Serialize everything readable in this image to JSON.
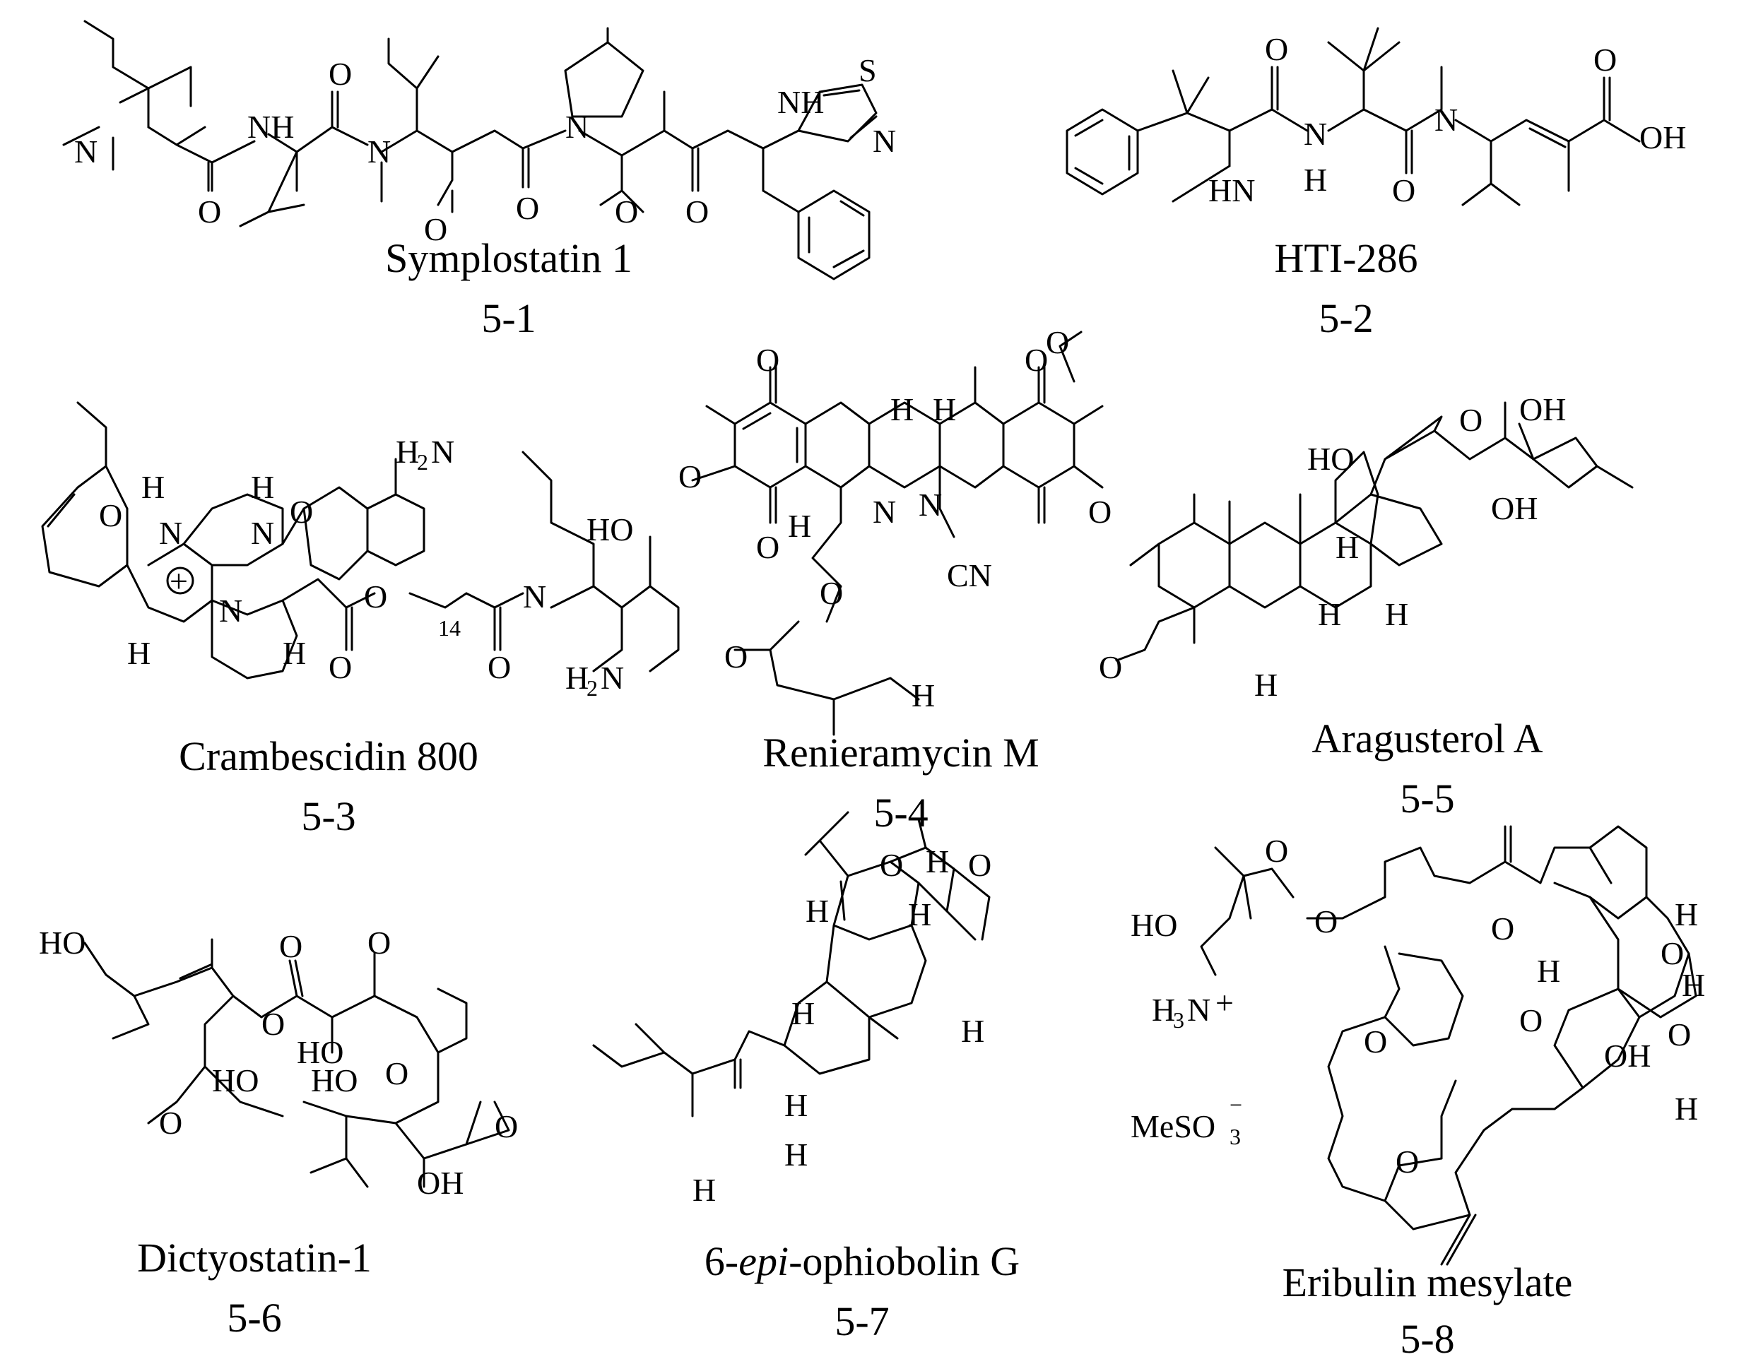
{
  "compounds": [
    {
      "name": "Symplostatin 1",
      "number": "5-1"
    },
    {
      "name": "HTI-286",
      "number": "5-2"
    },
    {
      "name": "Crambescidin 800",
      "number": "5-3"
    },
    {
      "name": "Renieramycin M",
      "number": "5-4"
    },
    {
      "name": "Aragusterol A",
      "number": "5-5"
    },
    {
      "name": "Dictyostatin-1",
      "number": "5-6"
    },
    {
      "name_prefix": "6-",
      "name_italic": "epi",
      "name_suffix": "-ophiobolin G",
      "number": "5-7"
    },
    {
      "name": "Eribulin mesylate",
      "number": "5-8"
    }
  ],
  "atoms": {
    "N": "N",
    "O": "O",
    "H": "H",
    "S": "S",
    "NH": "NH",
    "HN": "HN",
    "OH": "OH",
    "HO": "HO",
    "CN": "CN",
    "H2N": "H",
    "two": "2",
    "fourteen": "14",
    "H3N": "H",
    "three": "3",
    "plus": "+",
    "circled_plus": "+",
    "MeSO3": "MeSO",
    "minus": "−"
  }
}
